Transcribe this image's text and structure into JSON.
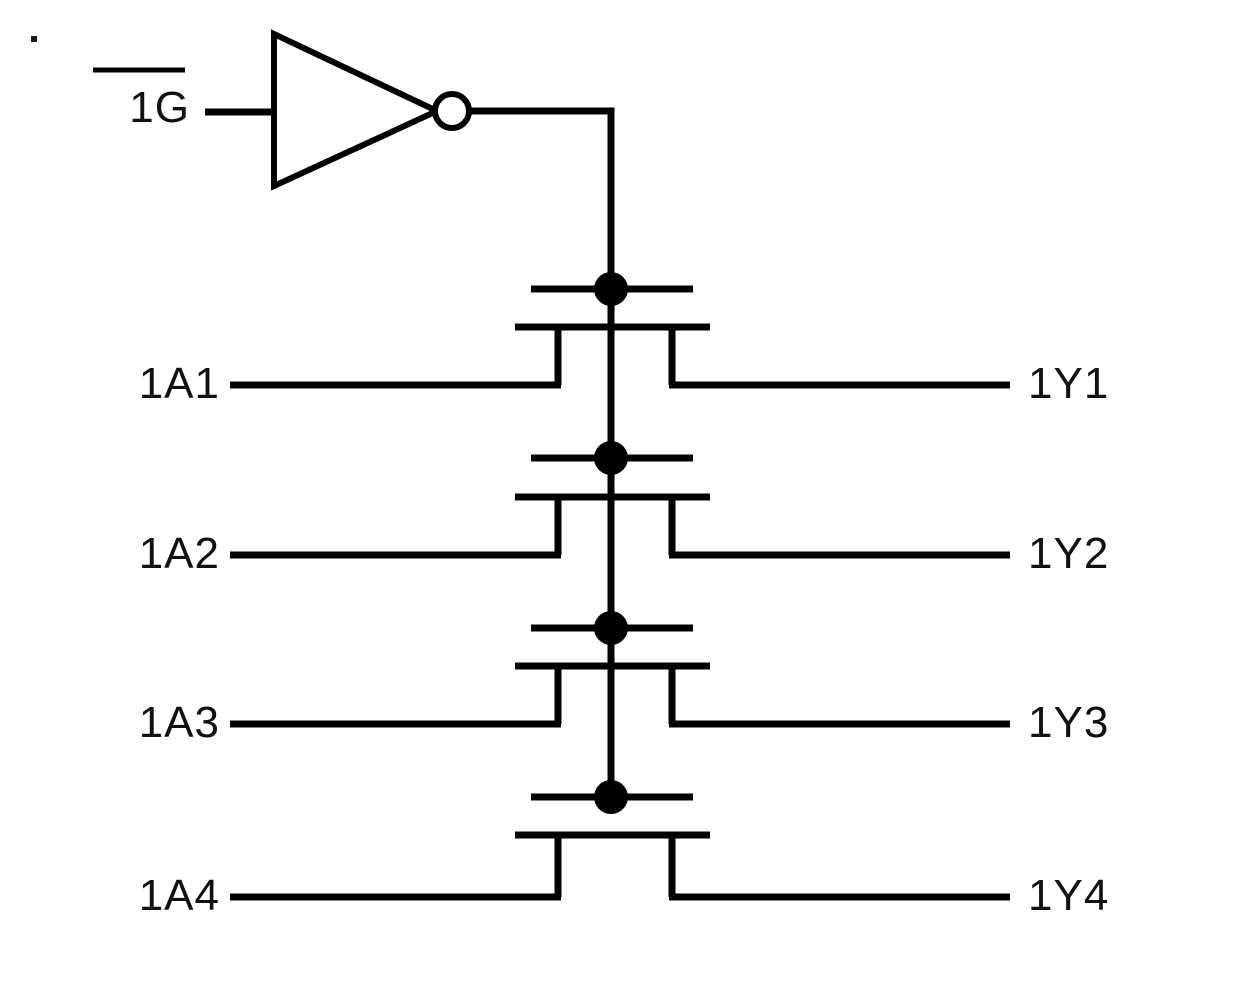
{
  "diagram": {
    "type": "logic-schematic",
    "description": "Quad bus switch / transmission gate array controlled by an inverted enable input",
    "background_color": "#ffffff",
    "line_color": "#000000",
    "text_color": "#111111",
    "control": {
      "input_label": "1G",
      "input_overlined": true,
      "gate_symbol": "inverter",
      "inverting_bubble": true
    },
    "channels": [
      {
        "input_label": "1A1",
        "output_label": "1Y1"
      },
      {
        "input_label": "1A2",
        "output_label": "1Y2"
      },
      {
        "input_label": "1A3",
        "output_label": "1Y3"
      },
      {
        "input_label": "1A4",
        "output_label": "1Y4"
      }
    ]
  }
}
